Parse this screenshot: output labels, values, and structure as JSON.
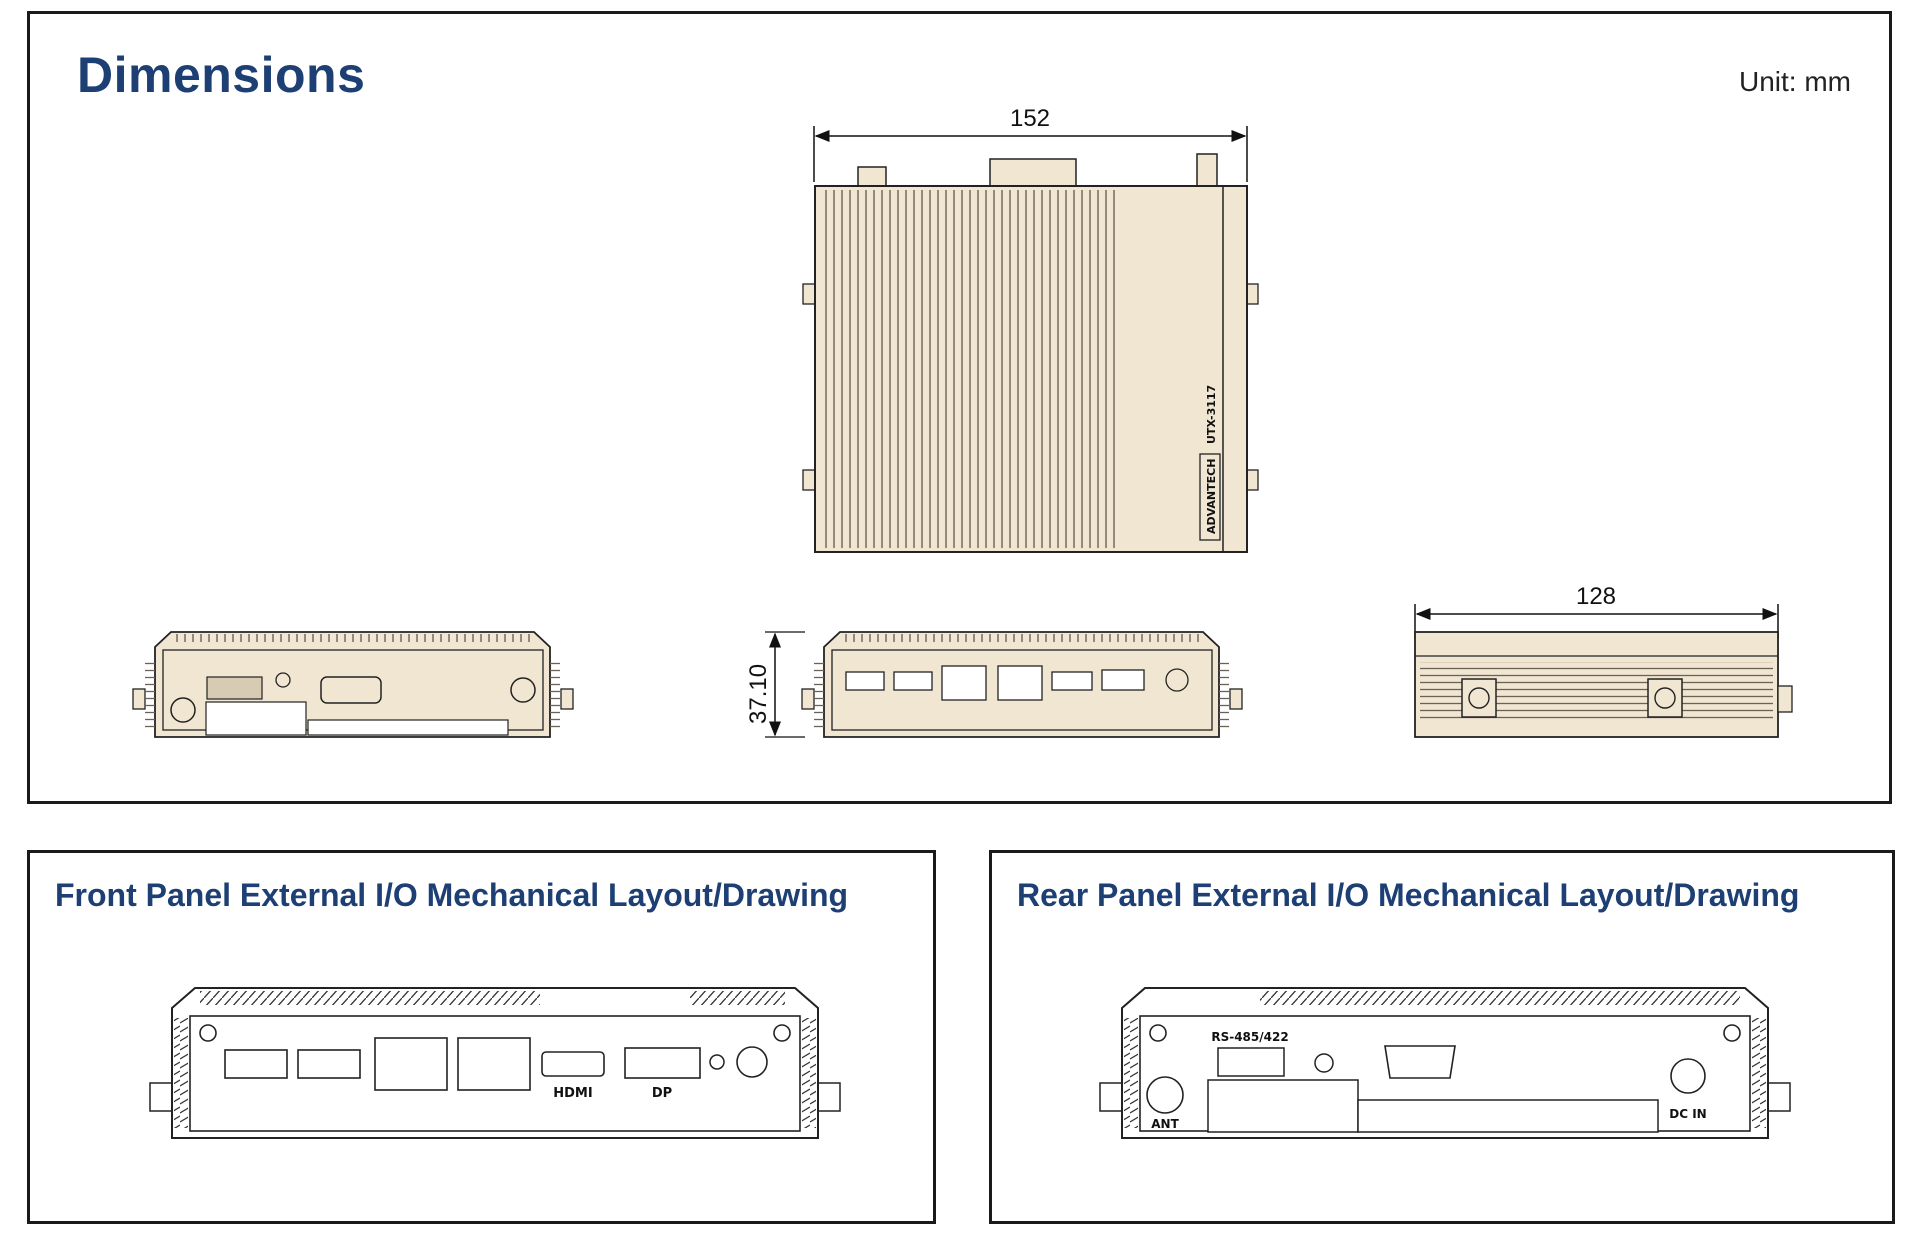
{
  "dimensions": {
    "title": "Dimensions",
    "unit": "Unit: mm",
    "top_view": {
      "width_label": "152",
      "brand": "ADVANTECH",
      "model": "UTX-3117"
    },
    "height_label": "37.10",
    "side_width_label": "128"
  },
  "front_panel": {
    "title": "Front Panel External I/O Mechanical Layout/Drawing",
    "hdmi_label": "HDMI",
    "dp_label": "DP"
  },
  "rear_panel": {
    "title": "Rear Panel External I/O Mechanical Layout/Drawing",
    "rs485_label": "RS-485/422",
    "ant_label": "ANT",
    "dcin_label": "DC IN"
  },
  "colors": {
    "heading": "#1d3f73",
    "chassis_fill": "#f1e6d2",
    "outline": "#1a1a1a"
  }
}
